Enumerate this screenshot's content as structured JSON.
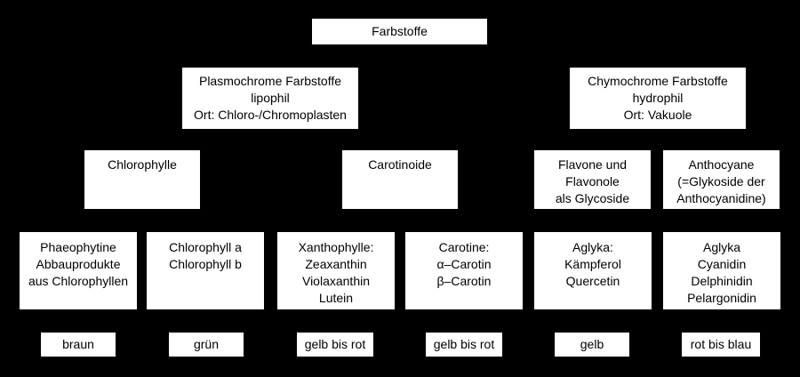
{
  "diagram": {
    "root": {
      "lines": [
        "Farbstoffe"
      ]
    },
    "level1": [
      {
        "lines": [
          "Plasmochrome Farbstoffe",
          "lipophil",
          "Ort: Chloro-/Chromoplasten"
        ]
      },
      {
        "lines": [
          "Chymochrome Farbstoffe",
          "hydrophil",
          "Ort: Vakuole"
        ]
      }
    ],
    "level2": [
      {
        "lines": [
          "Chlorophylle"
        ]
      },
      {
        "lines": [
          "Carotinoide"
        ]
      },
      {
        "lines": [
          "Flavone und",
          "Flavonole",
          "als Glycoside"
        ]
      },
      {
        "lines": [
          "Anthocyane",
          "(=Glykoside der",
          "Anthocyanidine)"
        ]
      }
    ],
    "level3": [
      {
        "lines": [
          "Phaeophytine",
          "Abbauprodukte",
          "aus Chlorophyllen"
        ]
      },
      {
        "lines": [
          "Chlorophyll a",
          "Chlorophyll b"
        ]
      },
      {
        "lines": [
          "Xanthophylle:",
          "Zeaxanthin",
          "Violaxanthin",
          "Lutein"
        ]
      },
      {
        "lines": [
          "Carotine:",
          "α–Carotin",
          "β–Carotin"
        ]
      },
      {
        "lines": [
          "Aglyka:",
          "Kämpferol",
          "Quercetin"
        ]
      },
      {
        "lines": [
          "Aglyka",
          "Cyanidin",
          "Delphinidin",
          "Pelargonidin"
        ]
      }
    ],
    "colors": [
      {
        "lines": [
          "braun"
        ]
      },
      {
        "lines": [
          "grün"
        ]
      },
      {
        "lines": [
          "gelb bis rot"
        ]
      },
      {
        "lines": [
          "gelb bis rot"
        ]
      },
      {
        "lines": [
          "gelb"
        ]
      },
      {
        "lines": [
          "rot bis blau"
        ]
      }
    ],
    "style": {
      "background": "#000000",
      "box_fill": "#ffffff",
      "text_color": "#000000"
    }
  }
}
